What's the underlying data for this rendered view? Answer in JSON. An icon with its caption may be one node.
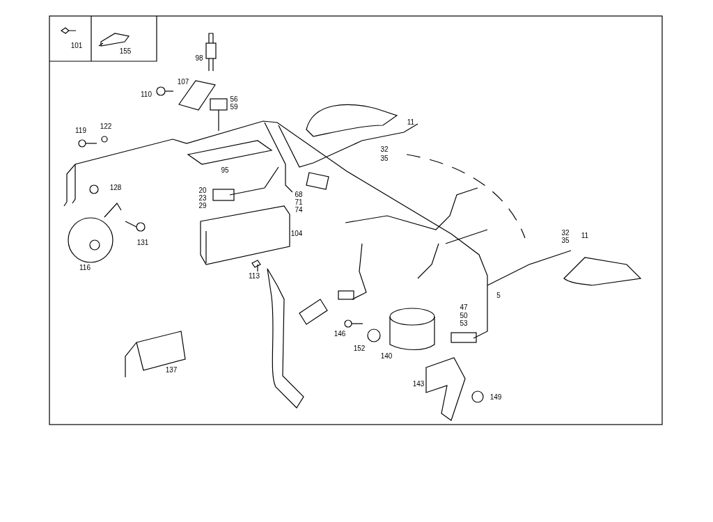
{
  "diagram": {
    "labels": [
      "101",
      "155",
      "98",
      "107",
      "110",
      "56",
      "59",
      "11",
      "119",
      "122",
      "32",
      "35",
      "95",
      "128",
      "20",
      "23",
      "29",
      "68",
      "71",
      "74",
      "104",
      "32",
      "35",
      "11",
      "131",
      "116",
      "113",
      "5",
      "47",
      "50",
      "53",
      "146",
      "152",
      "140",
      "137",
      "143",
      "149"
    ]
  }
}
